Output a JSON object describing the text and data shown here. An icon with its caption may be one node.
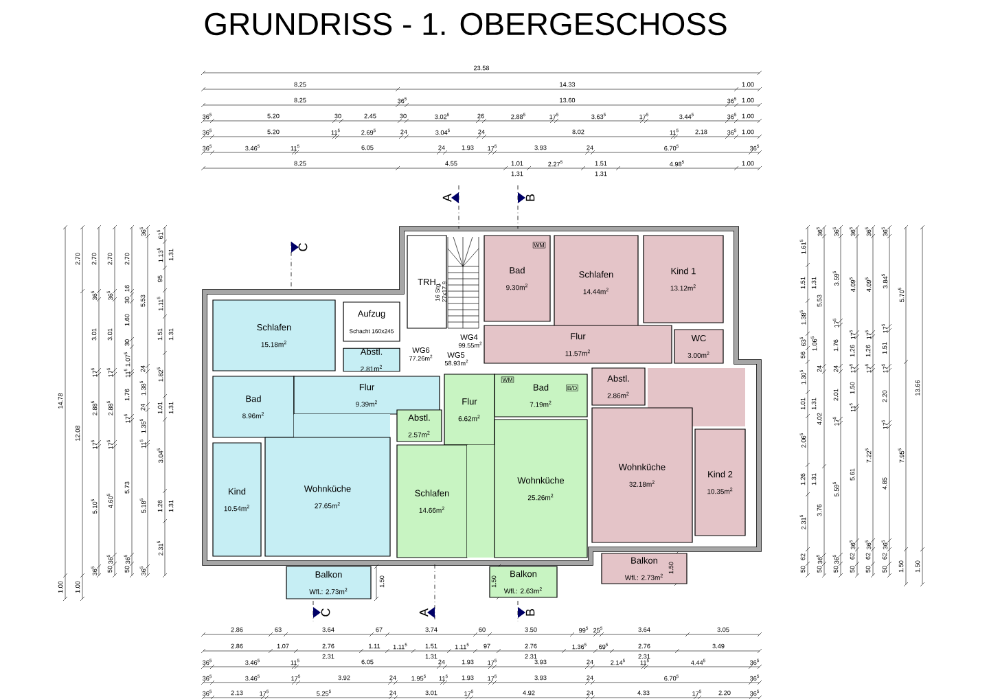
{
  "diagram": {
    "title": "GRUNDRISS - 1. OBERGESCHOSS",
    "nodes": [
      {
        "text": [
          "TRH"
        ]
      },
      {
        "text": [
          "Bad",
          "9.30m$^{2}$"
        ]
      },
      {
        "text": [
          "Schlafen",
          "14.44m$^{2}$"
        ]
      },
      {
        "text": [
          "Kind 1",
          "13.12m$^{2}$"
        ]
      },
      {
        "text": [
          "Schlafen",
          "15.18m$^{2}$"
        ]
      },
      {
        "text": [
          "Aufzug",
          "Schacht 160x245"
        ]
      },
      {
        "text": [
          "Flur",
          "11.57m$^{2}$"
        ]
      },
      {
        "text": [
          "WC",
          "3.00m$^{2}$"
        ]
      },
      {
        "text": [
          "Abstl.",
          "2.81m$^{2}$"
        ]
      },
      {
        "text": [
          "Bad",
          "8.96m$^{2}$"
        ]
      },
      {
        "text": [
          "Flur",
          "9.39m$^{2}$"
        ]
      },
      {
        "text": [
          "Abstl.",
          "2.86m$^{2}$"
        ]
      },
      {
        "text": [
          "Bad",
          "7.19m$^{2}$"
        ]
      },
      {
        "text": [
          "Flur",
          "6.62m$^{2}$"
        ]
      },
      {
        "text": [
          "Abstl.",
          "2.57m$^{2}$"
        ]
      },
      {
        "text": [
          "Kind",
          "10.54m$^{2}$"
        ]
      },
      {
        "text": [
          "Wohnküche",
          "27.65m$^{2}$"
        ]
      },
      {
        "text": [
          "Schlafen",
          "14.66m$^{2}$"
        ]
      },
      {
        "text": [
          "Wohnküche",
          "25.26m$^{2}$"
        ]
      },
      {
        "text": [
          "Wohnküche",
          "32.18m$^{2}$"
        ]
      },
      {
        "text": [
          "Kind 2",
          "10.35m$^{2}$"
        ]
      },
      {
        "text": [
          "Balkon",
          "Wfl.: 2.73m$^{2}$"
        ]
      },
      {
        "text": [
          "Balkon",
          "Wfl.: 2.73m$^{2}$"
        ]
      },
      {
        "text": [
          "Balkon",
          "Wfl.: 2.63m$^{2}$"
        ]
      }
    ],
    "labels": [
      "23.58",
      "8.25",
      "14.33",
      "1.00",
      "8.25",
      "36$^{5}$",
      "13.60",
      "36$^{5}$",
      "1.00",
      "36$^{5}$",
      "5.20",
      "30",
      "2.45",
      "30",
      "3.02$^{5}$",
      "26",
      "2.88$^{5}$",
      "17$^{5}$",
      "3.63$^{5}$",
      "17$^{5}$",
      "3.44$^{5}$",
      "36$^{5}$",
      "1.00",
      "36$^{5}$",
      "5.20",
      "11$^{5}$",
      "2.69$^{5}$",
      "24",
      "3.04$^{5}$",
      "24",
      "8.02",
      "11$^{5}$",
      "2.18",
      "36$^{5}$",
      "1.00",
      "36$^{5}$",
      "3.46$^{5}$",
      "11$^{5}$",
      "6.05",
      "24",
      "1.93",
      "17$^{5}$",
      "3.93",
      "24",
      "6.70$^{5}$",
      "36$^{5}$",
      "8.25",
      "4.55",
      "1.01",
      "2.27$^{5}$",
      "1.51",
      "4.98$^{5}$",
      "1.00",
      "1.31",
      "1.31",
      "14.78",
      "1.00",
      "2.70",
      "12.08",
      "1.00",
      "2.70",
      "36$^{5}$",
      "3.01",
      "17$^{5}$",
      "2.88$^{5}$",
      "17$^{5}$",
      "5.10$^{5}$",
      "36$^{5}$",
      "2.70",
      "36$^{5}$",
      "3.01",
      "17$^{5}$",
      "2.88$^{5}$",
      "17$^{5}$",
      "4.60$^{5}$",
      "36$^{5}$",
      "50",
      "2.70",
      "16",
      "30",
      "1.60",
      "30",
      "1.07$^{5}$",
      "11$^{5}$",
      "1.76",
      "17$^{5}$",
      "5.73",
      "36$^{5}$",
      "50",
      "36$^{5}$",
      "5.53",
      "24",
      "1.38$^{5}$",
      "24",
      "1.35$^{5}$",
      "11$^{5}$",
      "5.18$^{5}$",
      "36$^{5}$",
      "61$^{5}$",
      "1.13$^{5}$",
      "95",
      "1.11$^{5}$",
      "1.51",
      "1.82$^{5}$",
      "1.01",
      "3.04$^{5}$",
      "1.26",
      "2.31$^{5}$",
      "1.31",
      "1.31",
      "1.31",
      "1.31",
      "1.61$^{5}$",
      "1.51",
      "1.38$^{5}$",
      "63$^{5}$",
      "56",
      "1.30$^{5}$",
      "1.01",
      "2.06$^{5}$",
      "1.26",
      "2.31$^{5}$",
      "62",
      "50",
      "1.31",
      "1.06$^{5}$",
      "1.31",
      "1.31",
      "36$^{5}$",
      "5.53",
      "24",
      "4.02",
      "3.76",
      "36$^{5}$",
      "50",
      "36$^{5}$",
      "3.59$^{5}$",
      "17$^{5}$",
      "1.76",
      "24",
      "2.01",
      "17$^{5}$",
      "5.59$^{5}$",
      "36$^{5}$",
      "50",
      "36$^{5}$",
      "4.09$^{5}$",
      "17$^{5}$",
      "1.26",
      "17$^{5}$",
      "1.50",
      "11$^{5}$",
      "5.61",
      "36$^{5}$",
      "62",
      "50",
      "36$^{5}$",
      "4.09$^{5}$",
      "17$^{5}$",
      "1.26",
      "17$^{5}$",
      "7.22$^{5}$",
      "36$^{5}$",
      "62",
      "50",
      "36$^{5}$",
      "3.84$^{5}$",
      "17$^{5}$",
      "1.51",
      "17$^{5}$",
      "2.20",
      "17$^{5}$",
      "4.85",
      "36$^{5}$",
      "62",
      "50",
      "5.70$^{5}$",
      "7.95$^{5}$",
      "1.50",
      "13.66",
      "1.50",
      "A",
      "B",
      "C",
      "16 Stg. 27x17.9",
      "WM",
      "WG4",
      "99.55m$^{2}$",
      "WG6",
      "77.26m$^{2}$",
      "WG5",
      "58.93m$^{2}$",
      "WM",
      "B/D",
      "1.50",
      "1.50",
      "1.50",
      "C",
      "A",
      "B",
      "2.86",
      "63",
      "3.64",
      "67",
      "3.74",
      "60",
      "3.50",
      "99$^{5}$",
      "25$^{5}$",
      "3.64",
      "3.05",
      "2.86",
      "1.07",
      "2.76",
      "1.11",
      "1.11$^{5}$",
      "1.51",
      "1.11$^{5}$",
      "97",
      "2.76",
      "1.36$^{5}$",
      "69$^{5}$",
      "2.76",
      "3.49",
      "2.31",
      "1.31",
      "2.31",
      "2.31",
      "36$^{5}$",
      "3.46$^{5}$",
      "11$^{5}$",
      "6.05",
      "24",
      "1.93",
      "17$^{5}$",
      "3.93",
      "24",
      "2.14$^{5}$",
      "11$^{5}$",
      "4.44$^{5}$",
      "36$^{5}$",
      "36$^{5}$",
      "3.46$^{5}$",
      "17$^{5}$",
      "3.92",
      "24",
      "1.95$^{5}$",
      "11$^{5}$",
      "1.93",
      "17$^{5}$",
      "3.93",
      "24",
      "6.70$^{5}$",
      "36$^{5}$",
      "36$^{5}$",
      "2.13",
      "17$^{5}$",
      "5.25$^{5}$",
      "24",
      "3.01",
      "17$^{5}$",
      "4.92",
      "24",
      "4.33",
      "17$^{5}$",
      "2.20",
      "36$^{5}$"
    ]
  }
}
